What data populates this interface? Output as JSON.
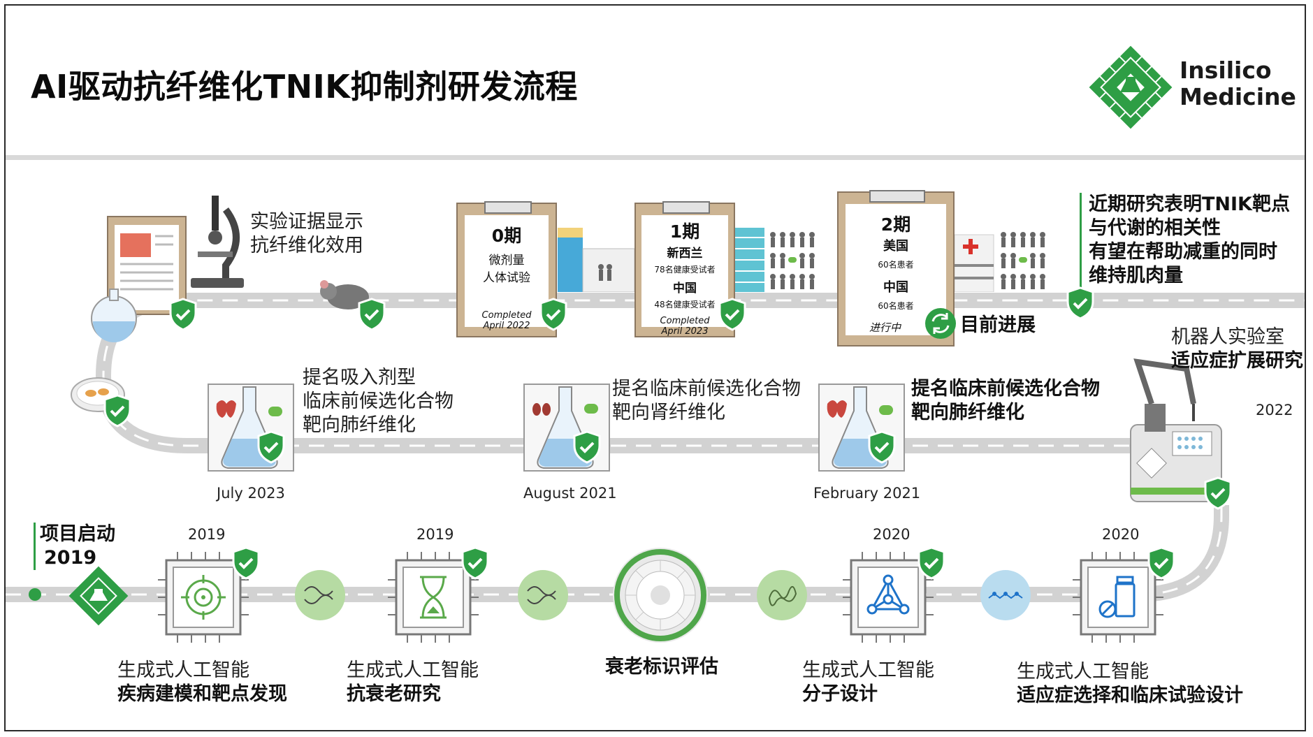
{
  "title": "AI驱动抗纤维化TNIK抑制剂研发流程",
  "brand": {
    "line1": "Insilico",
    "line2": "Medicine"
  },
  "colors": {
    "green": "#2e9e45",
    "road": "#cfcfcf",
    "dash": "#ffffff",
    "clip": "#cdb89a"
  },
  "row3": {
    "start": {
      "label": "项目启动",
      "year": "2019"
    },
    "steps": [
      {
        "year": "2019",
        "line1": "生成式人工智能",
        "line2": "疾病建模和靶点发现",
        "icon": "target-icon"
      },
      {
        "year": "2019",
        "line1": "生成式人工智能",
        "line2": "抗衰老研究",
        "icon": "hourglass-icon"
      },
      {
        "year": "",
        "line1": "",
        "line2": "衰老标识评估",
        "icon": "aging-wheel-icon"
      },
      {
        "year": "2020",
        "line1": "生成式人工智能",
        "line2": "分子设计",
        "icon": "molecule-network-icon"
      },
      {
        "year": "2020",
        "line1": "生成式人工智能",
        "line2": "适应症选择和临床试验设计",
        "icon": "drug-vial-icon"
      }
    ]
  },
  "robot_lab": {
    "line1": "机器人实验室",
    "line2": "适应症扩展研究",
    "year": "2022"
  },
  "row2": [
    {
      "date": "February 2021",
      "line1": "提名临床前候选化合物",
      "line2": "靶向肺纤维化",
      "bold": true
    },
    {
      "date": "August 2021",
      "line1": "提名临床前候选化合物",
      "line2": "靶向肾纤维化",
      "bold": false
    },
    {
      "date": "July 2023",
      "line1": "提名吸入剂型",
      "line2": "临床前候选化合物",
      "line3": "靶向肺纤维化",
      "bold": false
    }
  ],
  "row1": {
    "evidence": {
      "line1": "实验证据显示",
      "line2": "抗纤维化效用"
    },
    "phase0": {
      "title": "0期",
      "line1": "微剂量",
      "line2": "人体试验",
      "status1": "Completed",
      "status2": "April 2022"
    },
    "phase1": {
      "title": "1期",
      "country1": "新西兰",
      "sub1": "78名健康受试者",
      "country2": "中国",
      "sub2": "48名健康受试者",
      "status1": "Completed",
      "status2": "April 2023"
    },
    "phase2": {
      "title": "2期",
      "country1": "美国",
      "sub1": "60名患者",
      "country2": "中国",
      "sub2": "60名患者",
      "status": "进行中"
    },
    "current": "目前进展",
    "research": {
      "line1": "近期研究表明TNIK靶点",
      "line2": "与代谢的相关性",
      "line3": "有望在帮助减重的同时",
      "line4": "维持肌肉量"
    }
  }
}
